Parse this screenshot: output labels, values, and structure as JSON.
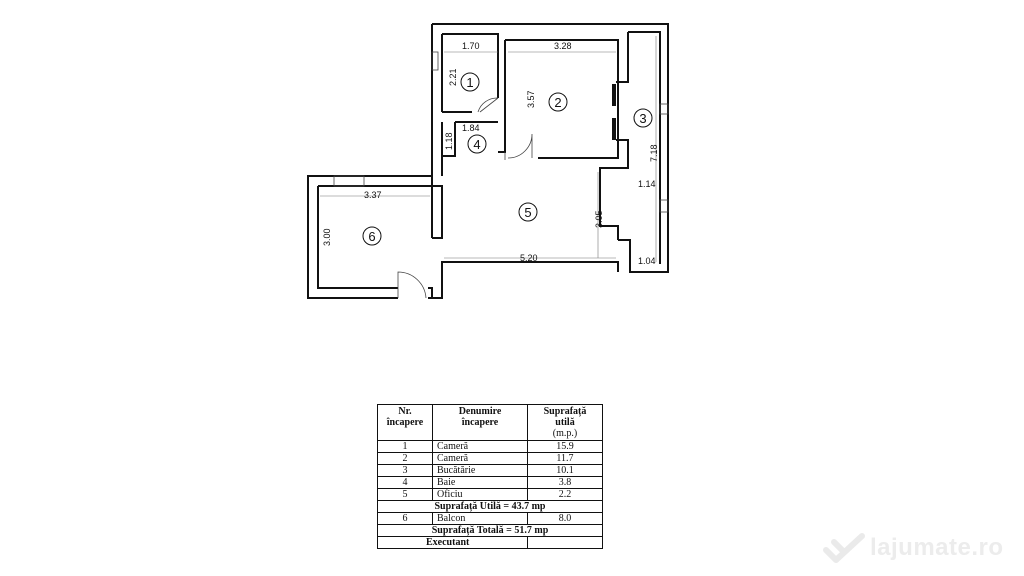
{
  "floor_plan": {
    "dimensions": {
      "d_1_70": "1.70",
      "d_3_28": "3.28",
      "d_2_21": "2.21",
      "d_3_57": "3.57",
      "d_1_84": "1.84",
      "d_1_18": "1.18",
      "d_7_18": "7.18",
      "d_1_14": "1.14",
      "d_3_37": "3.37",
      "d_3_05": "3.05",
      "d_3_00": "3.00",
      "d_5_20": "5.20",
      "d_1_04": "1.04"
    },
    "room_numbers": [
      "1",
      "2",
      "3",
      "4",
      "5",
      "6"
    ]
  },
  "table": {
    "headers": {
      "nr": [
        "Nr.",
        "încapere"
      ],
      "name": [
        "Denumire",
        "încapere"
      ],
      "area": [
        "Suprafață",
        "utilă"
      ],
      "unit": "(m.p.)"
    },
    "rows": [
      {
        "nr": "1",
        "name": "Cameră",
        "area": "15.9"
      },
      {
        "nr": "2",
        "name": "Cameră",
        "area": "11.7"
      },
      {
        "nr": "3",
        "name": "Bucătărie",
        "area": "10.1"
      },
      {
        "nr": "4",
        "name": "Baie",
        "area": "3.8"
      },
      {
        "nr": "5",
        "name": "Oficiu",
        "area": "2.2"
      }
    ],
    "usable_total": "Suprafață Utilă = 43.7 mp",
    "balcony": {
      "nr": "6",
      "name": "Balcon",
      "area": "8.0"
    },
    "grand_total": "Suprafață Totală = 51.7 mp",
    "signature_label": "Executant"
  },
  "watermark": {
    "text": "lajumate.ro"
  }
}
